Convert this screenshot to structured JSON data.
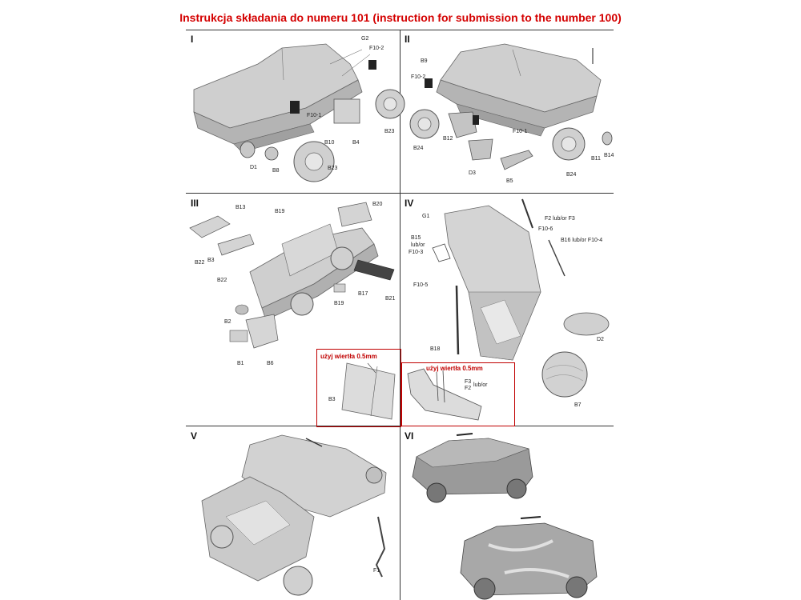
{
  "title": "Instrukcja składania do numeru 101 (instruction for submission to the number 100)",
  "panels": {
    "p1": {
      "num": "I",
      "labels": {
        "g2": "G2",
        "f102": "F10-2",
        "f101": "F10-1",
        "b10": "B10",
        "b4": "B4",
        "b23a": "B23",
        "d1": "D1",
        "b8": "B8",
        "b23b": "B23"
      }
    },
    "p2": {
      "num": "II",
      "labels": {
        "b9": "B9",
        "f102": "F10-2",
        "b12": "B12",
        "f101": "F10-1",
        "b24a": "B24",
        "d3": "D3",
        "b5": "B5",
        "b24b": "B24",
        "b11": "B11",
        "b14": "B14"
      }
    },
    "p3": {
      "num": "III",
      "labels": {
        "b13": "B13",
        "b19a": "B19",
        "b20": "B20",
        "b22a": "B22",
        "b3a": "B3",
        "b22b": "B22",
        "b19b": "B19",
        "b17": "B17",
        "b21": "B21",
        "b2": "B2",
        "b1": "B1",
        "b6": "B6",
        "b3b": "B3"
      },
      "inset_note": "użyj wiertła 0.5mm"
    },
    "p4": {
      "num": "IV",
      "labels": {
        "g1": "G1",
        "f2f3": "F2 lub/or F3",
        "f106": "F10-6",
        "b15": "B15",
        "lubor": "lub/or",
        "f103": "F10-3",
        "b16f104": "B16 lub/or F10-4",
        "f105": "F10-5",
        "b18": "B18",
        "d2": "D2",
        "b7": "B7",
        "f3": "F3",
        "f2": "F2",
        "lubor2": "lub/or"
      },
      "inset_note": "użyj wiertła 0.5mm"
    },
    "p5": {
      "num": "V",
      "labels": {
        "f1": "F1"
      }
    },
    "p6": {
      "num": "VI",
      "labels": {}
    }
  },
  "colors": {
    "title": "#d40000",
    "inset_border": "#c00000",
    "model": "#c8c8c8"
  }
}
